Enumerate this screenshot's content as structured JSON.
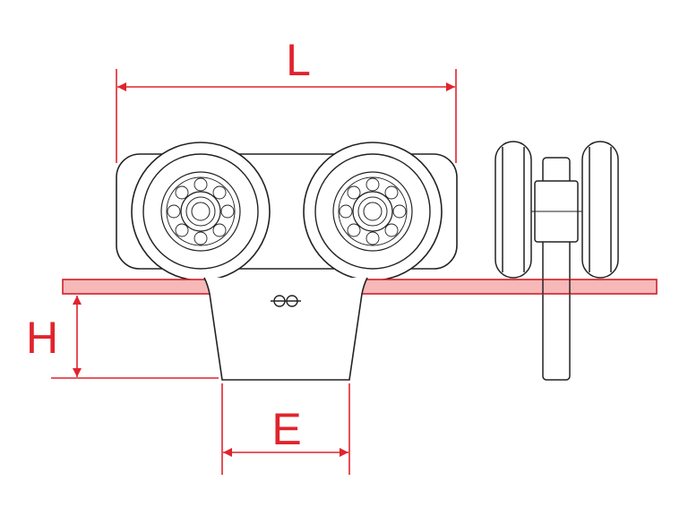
{
  "dimensions": {
    "length_label": "L",
    "height_label": "H",
    "width_label": "E"
  },
  "colors": {
    "dimension": "#e0242d",
    "outline": "#222222",
    "rail_fill": "#f7b8b8",
    "rail_stroke": "#d01f2b",
    "background": "#ffffff"
  }
}
